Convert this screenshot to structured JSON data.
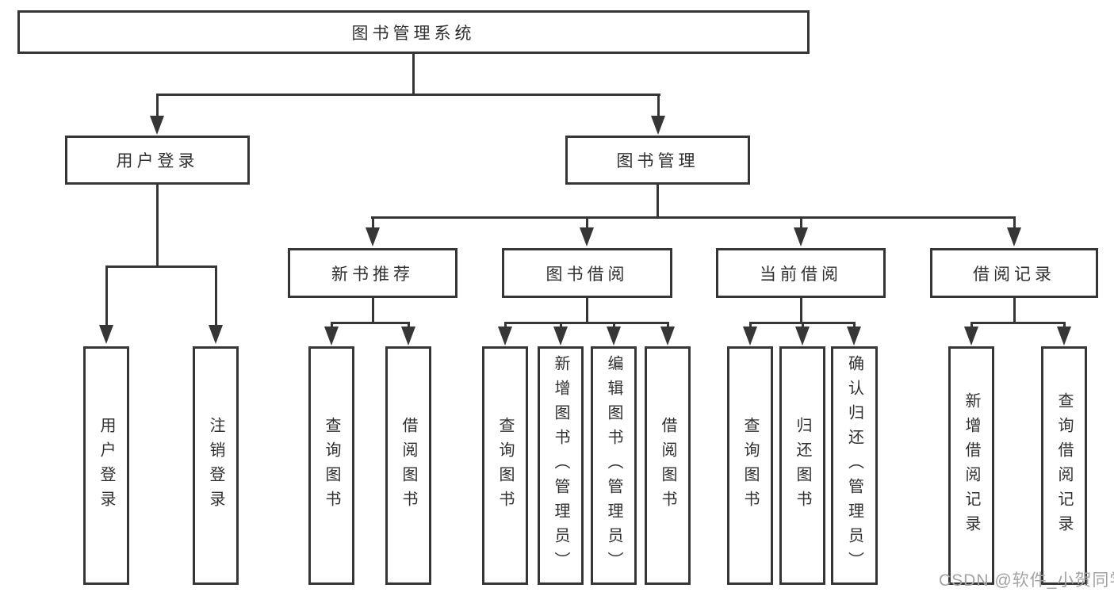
{
  "diagram": {
    "root": {
      "label": "图书管理系统"
    },
    "level2": [
      {
        "label": "用户登录"
      },
      {
        "label": "图书管理"
      }
    ],
    "level3": [
      {
        "label": "新书推荐"
      },
      {
        "label": "图书借阅"
      },
      {
        "label": "当前借阅"
      },
      {
        "label": "借阅记录"
      }
    ],
    "leaves": [
      {
        "label": "用户登录"
      },
      {
        "label": "注销登录"
      },
      {
        "label": "查询图书"
      },
      {
        "label": "借阅图书"
      },
      {
        "label": "查询图书"
      },
      {
        "label": "新增图书（管理员）"
      },
      {
        "label": "编辑图书（管理员）"
      },
      {
        "label": "借阅图书"
      },
      {
        "label": "查询图书"
      },
      {
        "label": "归还图书"
      },
      {
        "label": "确认归还（管理员）"
      },
      {
        "label": "新增借阅记录"
      },
      {
        "label": "查询借阅记录"
      }
    ],
    "watermark": "CSDN @软件_小贺同学",
    "colors": {
      "line": "#363636",
      "text": "#303030",
      "watermark": "#a3a3a3",
      "background": "#ffffff"
    }
  }
}
